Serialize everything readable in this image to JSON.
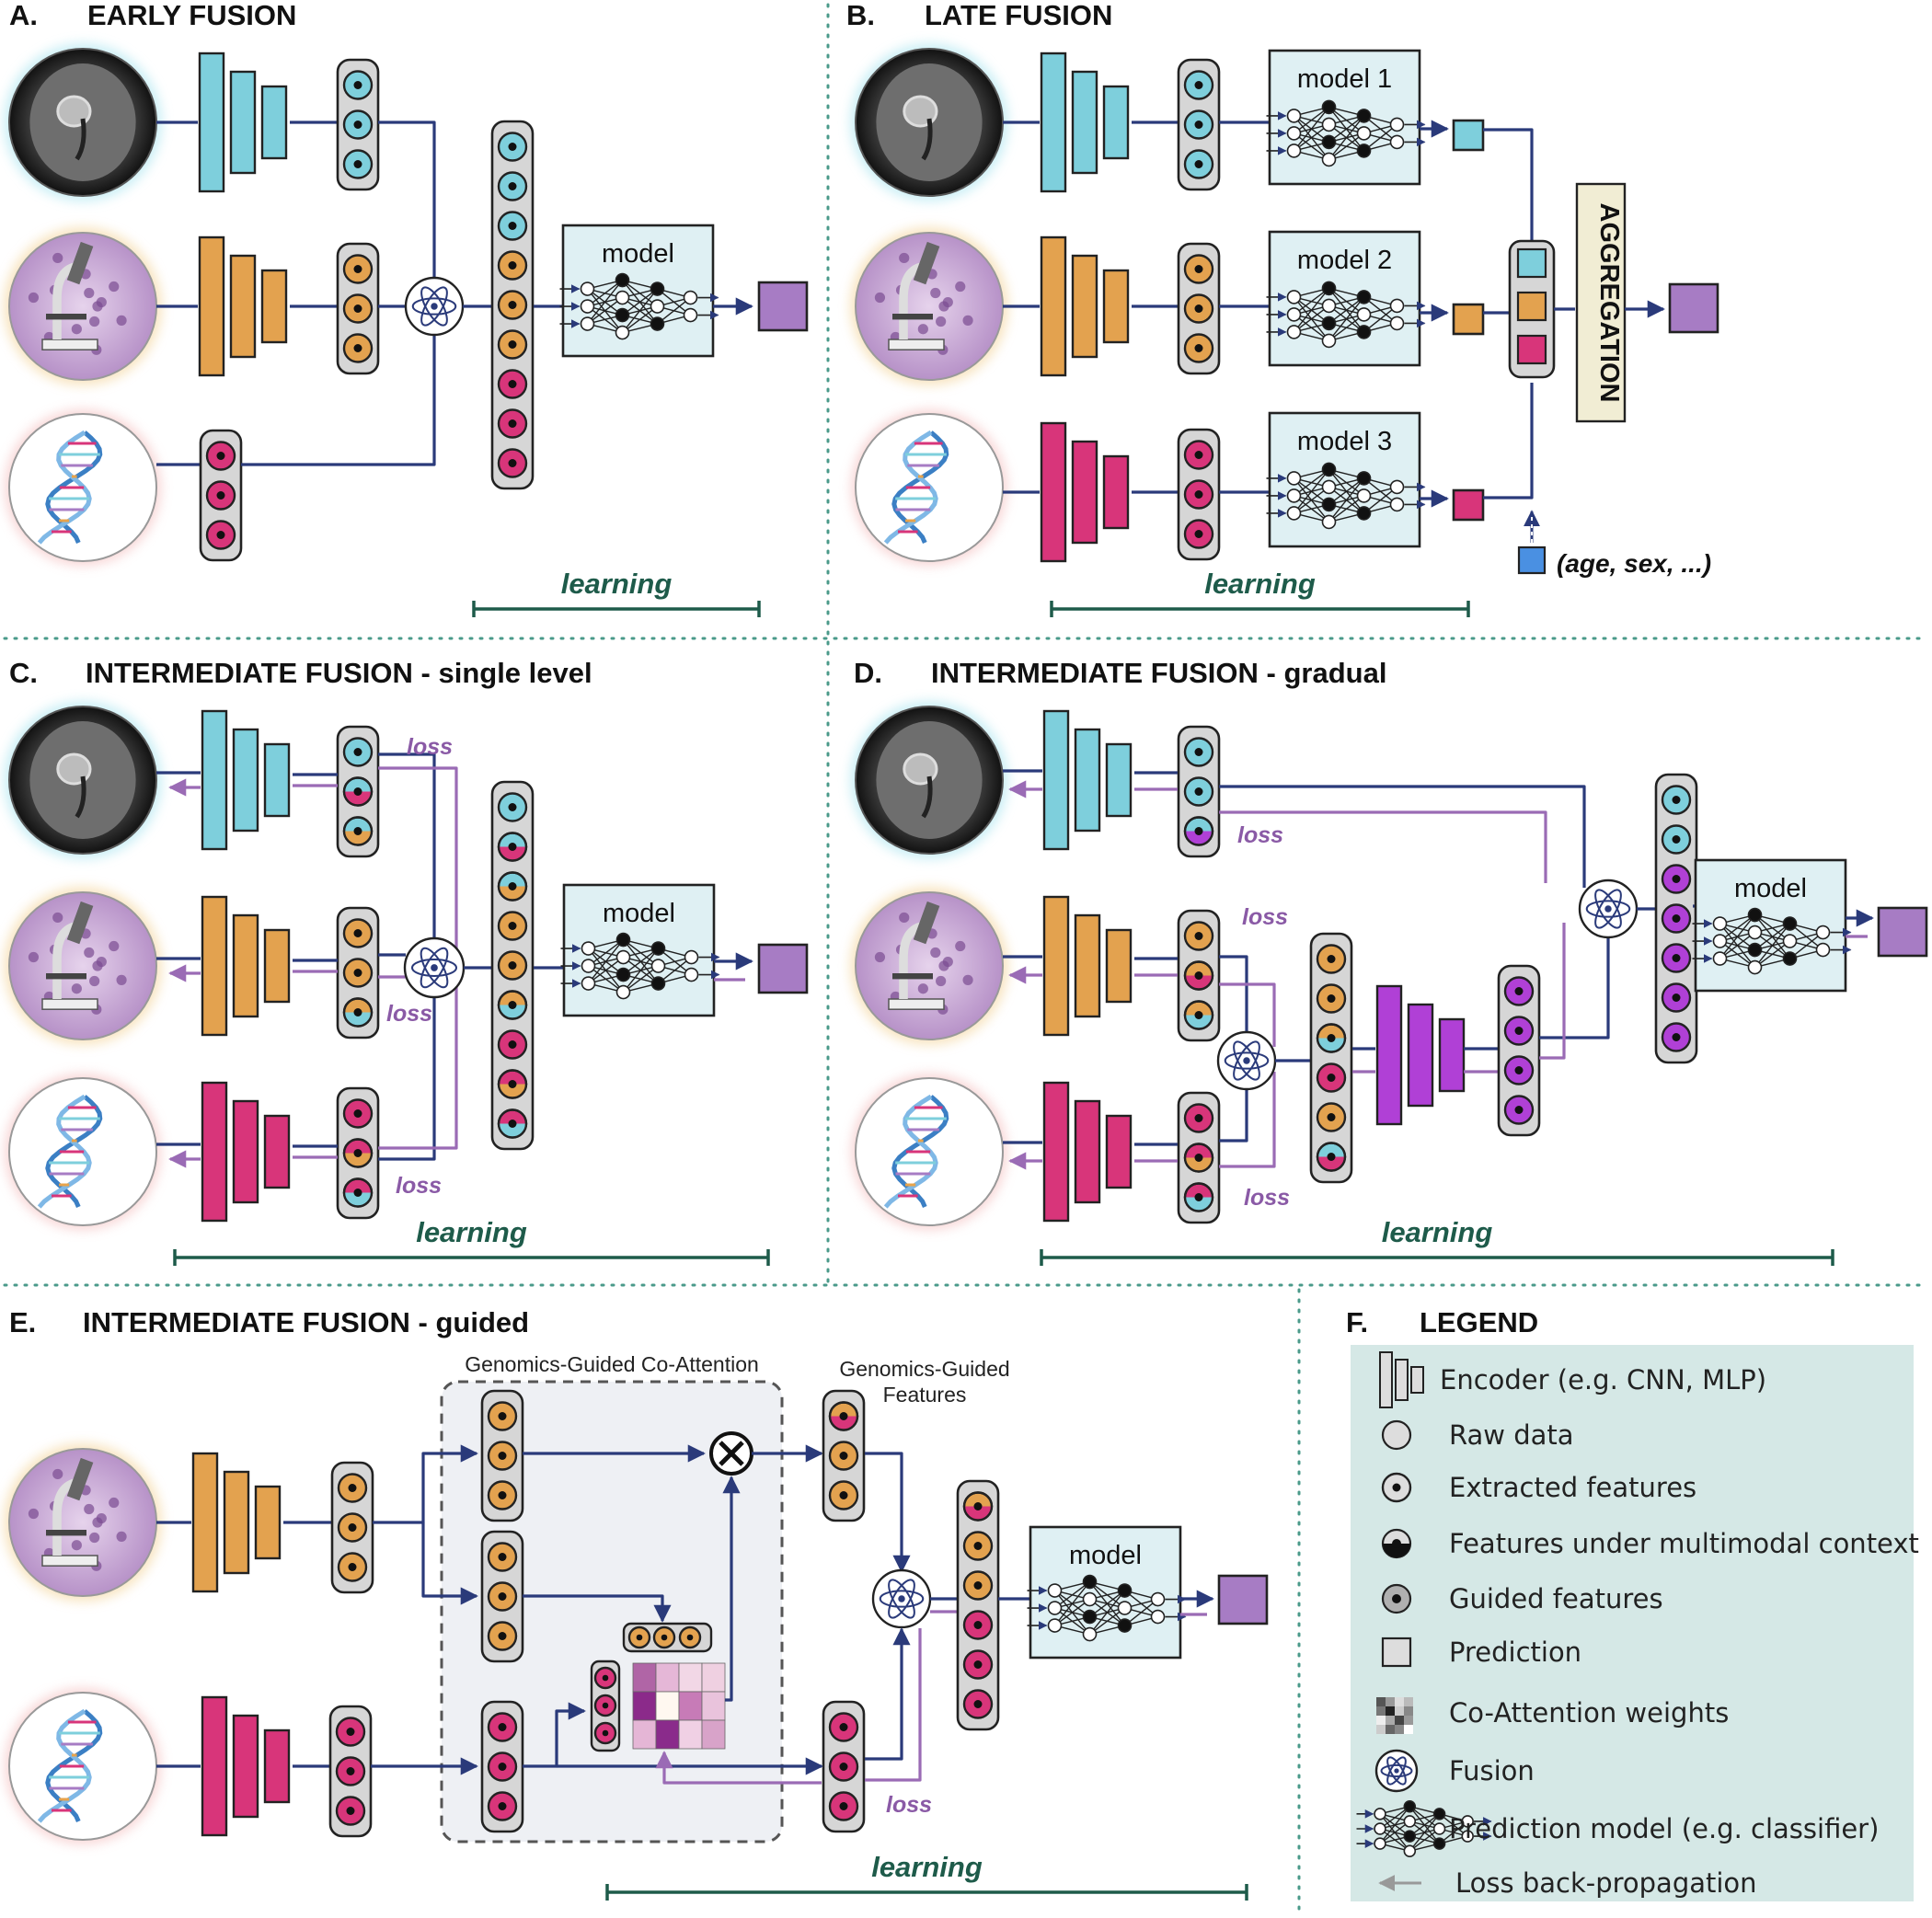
{
  "panels": {
    "a": {
      "letter": "A.",
      "title": "EARLY FUSION",
      "model": "model",
      "learning": "learning"
    },
    "b": {
      "letter": "B.",
      "title": "LATE FUSION",
      "model1": "model 1",
      "model2": "model 2",
      "model3": "model 3",
      "aggregation": "AGGREGATION",
      "extra": "(age, sex, ...)",
      "learning": "learning"
    },
    "c": {
      "letter": "C.",
      "title": "INTERMEDIATE FUSION - single level",
      "model": "model",
      "loss": "loss",
      "learning": "learning"
    },
    "d": {
      "letter": "D.",
      "title": "INTERMEDIATE FUSION - gradual",
      "model": "model",
      "loss": "loss",
      "learning": "learning"
    },
    "e": {
      "letter": "E.",
      "title": "INTERMEDIATE FUSION - guided",
      "coatt": "Genomics-Guided Co-Attention",
      "gg1": "Genomics-Guided",
      "gg2": "Features",
      "model": "model",
      "loss": "loss",
      "learning": "learning"
    },
    "f": {
      "letter": "F.",
      "title": "LEGEND",
      "items": [
        "Encoder (e.g. CNN, MLP)",
        "Raw data",
        "Extracted features",
        "Features under multimodal context",
        "Guided features",
        "Prediction",
        "Co-Attention weights",
        "Fusion",
        "Prediction model (e.g. classifier)",
        "Loss back-propagation"
      ]
    }
  },
  "colors": {
    "imaging": "#7ecfdc",
    "pathology": "#e3a24f",
    "genomics": "#d8357a",
    "fused": "#b040d6",
    "prediction": "#a77cc4",
    "arrow": "#2a3a7a",
    "loss": "#9a6bb5",
    "learning": "#1e5b4a",
    "divider": "#4a9a8a",
    "legend_bg": "#d5e8e6",
    "model_bg": "#dff0f3"
  },
  "icons": [
    "brain-mri-icon",
    "microscope-icon",
    "dna-icon",
    "fusion-atom-icon",
    "neural-net-icon",
    "multiply-icon"
  ]
}
